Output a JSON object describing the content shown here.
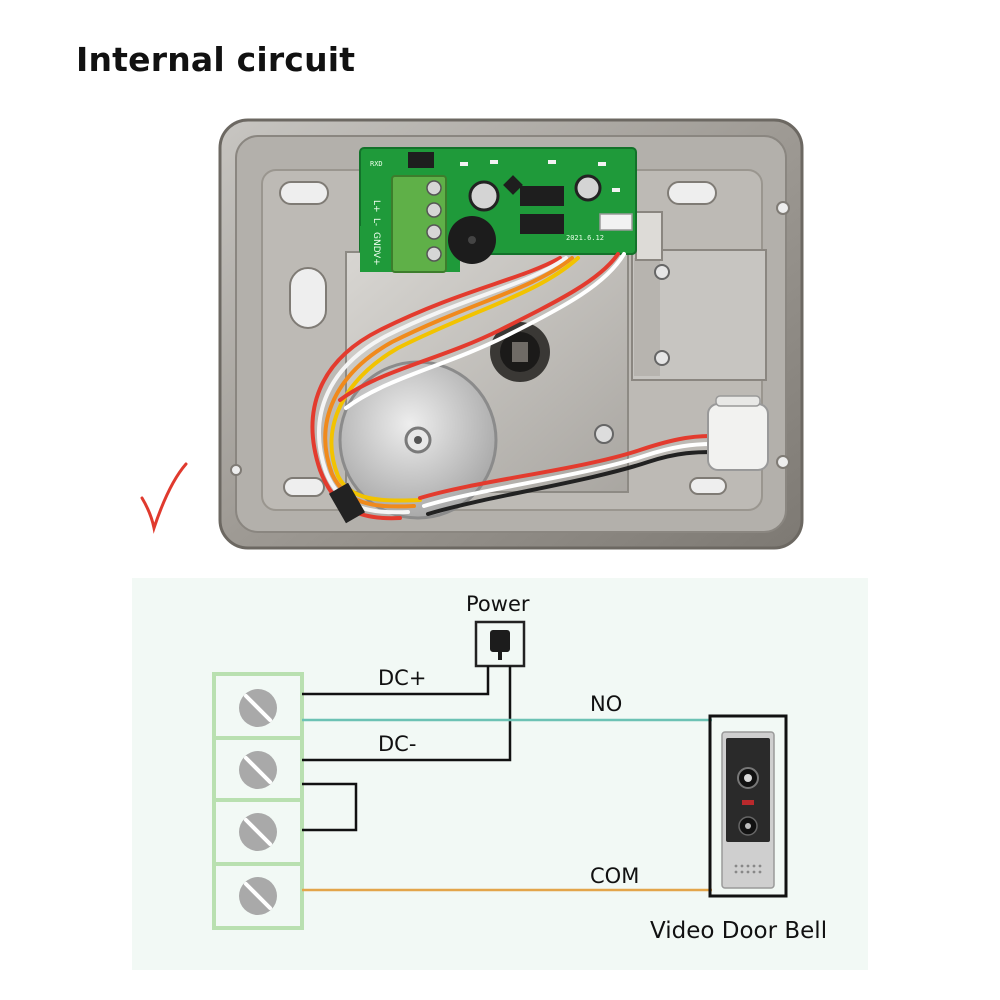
{
  "title": "Internal circuit",
  "photo": {
    "board_labels": {
      "terminals": [
        "L+",
        "L-",
        "GND",
        "V+"
      ],
      "date_code": "2021.6.12"
    }
  },
  "diagram": {
    "power_label": "Power",
    "wires": [
      {
        "label": "DC+",
        "color": "#111111"
      },
      {
        "label": "NO",
        "color": "#6cc2b4"
      },
      {
        "label": "DC-",
        "color": "#111111"
      },
      {
        "label": "COM",
        "color": "#e3a54a"
      }
    ],
    "doorbell_label": "Video Door Bell",
    "terminal_block_color": "#b9e0b0"
  },
  "colors": {
    "check_mark": "#e03a2e"
  }
}
